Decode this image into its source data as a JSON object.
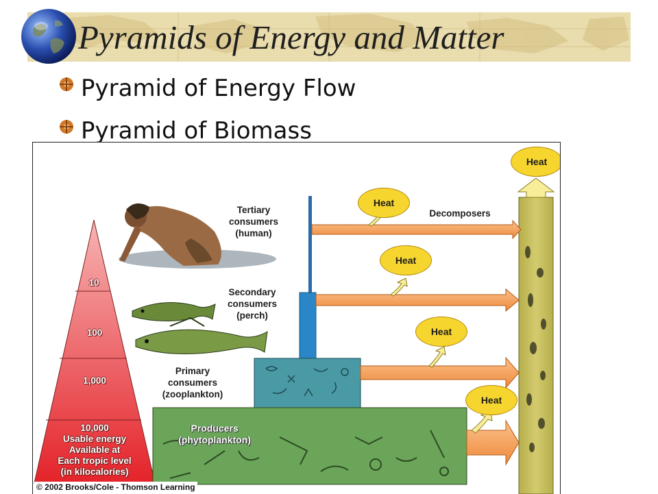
{
  "slide": {
    "title": "Pyramids of Energy and Matter",
    "bullets": [
      {
        "text": "Pyramid of Energy Flow",
        "icon": "bullet-icon"
      },
      {
        "text": "Pyramid of Biomass",
        "icon": "bullet-icon"
      }
    ]
  },
  "diagram": {
    "pyramid_levels": [
      {
        "value": "10"
      },
      {
        "value": "100"
      },
      {
        "value": "1,000"
      },
      {
        "value": "10,000"
      }
    ],
    "pyramid_caption": [
      "Usable energy",
      "Available at",
      "Each tropic level",
      "(in kilocalories)"
    ],
    "consumers": {
      "tertiary": [
        "Tertiary",
        "consumers",
        "(human)"
      ],
      "secondary": [
        "Secondary",
        "consumers",
        "(perch)"
      ],
      "primary": [
        "Primary",
        "consumers",
        "(zooplankton)"
      ]
    },
    "producers": [
      "Producers",
      "(phytoplankton)"
    ],
    "decomposers_label": "Decomposers",
    "heat_labels": [
      "Heat",
      "Heat",
      "Heat",
      "Heat",
      "Heat"
    ],
    "copyright": "© 2002 Brooks/Cole - Thomson Learning"
  },
  "colors": {
    "banner": "#e9dcad",
    "pyramid_top": "#f5a0a0",
    "pyramid_bottom": "#e4232a",
    "heat_bubble": "#f6d62e",
    "arrow": "#f4a25a",
    "decomposer_column": "#c9c060",
    "water": "#4a9aa6",
    "producers_bg": "#6aa55a",
    "pipe": "#2a86c6"
  }
}
